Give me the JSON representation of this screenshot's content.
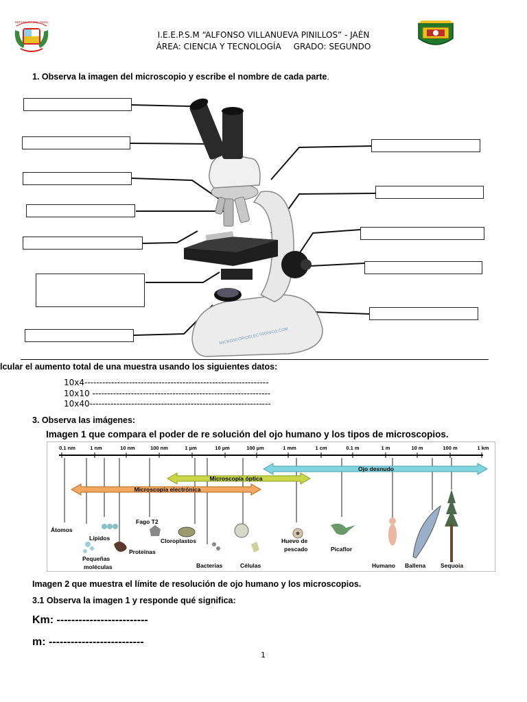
{
  "header": {
    "line1": "I.E.E.P.S.M “ALFONSO VILLANUEVA PINILLOS” - JAÉN",
    "area": "ÁREA: CIENCIA Y TECNOLOGÍA",
    "grade": "GRADO: SEGUNDO",
    "left_seal_text": "REPUBLICA DEL PERU"
  },
  "q1": {
    "title": "1. Observa la imagen del microscopio y escribe el nombre de cada parte",
    "dot": "."
  },
  "microscope_watermark": "MICROSCOPIOELECTRONICO.COM",
  "q2": {
    "title": "lcular el aumento total de una muestra usando los siguientes datos:",
    "lines": [
      "10x4--------------------------------------------------------------",
      "10x10 ------------------------------------------------------------",
      "10x40-------------------------------------------------------------"
    ]
  },
  "q3": {
    "title": "3. Observa las imágenes:",
    "image1_caption": "Imagen 1 que compara el poder de re solución del ojo humano y los tipos de microscopios.",
    "image2_caption": "Imagen 2 que muestra el límite de resolución de ojo humano y los microscopios.",
    "q31": "3.1 Observa la imagen 1 y responde qué significa:"
  },
  "scale": {
    "ticks": [
      "0.1 nm",
      "1 nm",
      "10 nm",
      "100 nm",
      "1 µm",
      "10 µm",
      "100 µm",
      "1 mm",
      "1 cm",
      "0.1 m",
      "1 m",
      "10 m",
      "100 m",
      "1 km"
    ],
    "bars": {
      "eye": "Ojo desnudo",
      "optical": "Microscopía óptica",
      "electron": "Microscopía electrónica"
    },
    "items": [
      "Átomos",
      "Lípidos",
      "Pequeñas",
      "moléculas",
      "Proteínas",
      "Fago T2",
      "Cloroplastos",
      "Bacterias",
      "Células",
      "Huevo de",
      "pescado",
      "Picaflor",
      "Humano",
      "Ballena",
      "Sequoia"
    ]
  },
  "answers": {
    "km": "Km: -------------------------",
    "m": "m: --------------------------"
  },
  "page_number": "1",
  "colors": {
    "eye_bar": "#7fd6e0",
    "optical_bar": "#c8d848",
    "electron_bar": "#f2a860",
    "seal_red": "#d42020",
    "seal_green": "#1f7a2e",
    "seal_gold": "#e8c020"
  }
}
